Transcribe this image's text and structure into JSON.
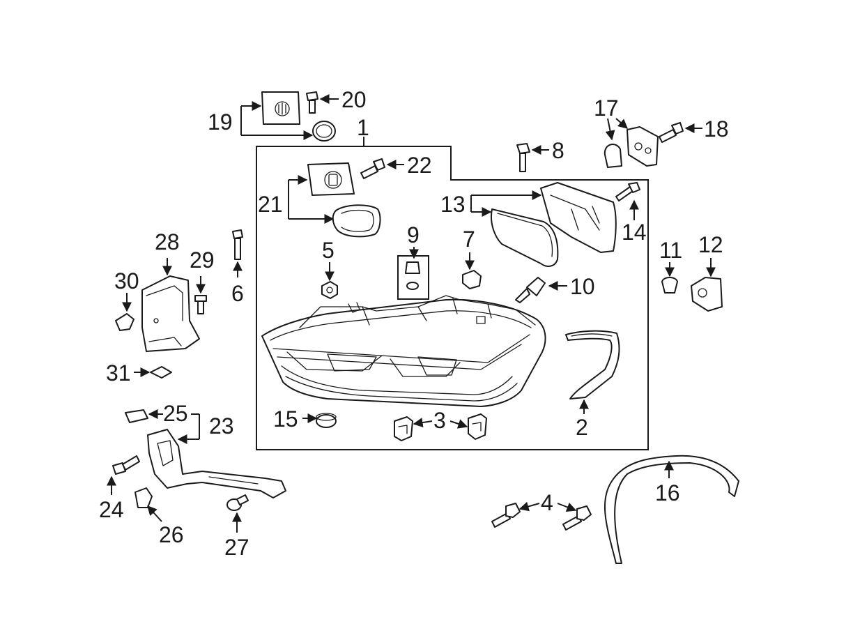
{
  "diagram": {
    "callouts": {
      "c1": "1",
      "c2": "2",
      "c3": "3",
      "c4": "4",
      "c5": "5",
      "c6": "6",
      "c7": "7",
      "c8": "8",
      "c9": "9",
      "c10": "10",
      "c11": "11",
      "c12": "12",
      "c13": "13",
      "c14": "14",
      "c15": "15",
      "c16": "16",
      "c17": "17",
      "c18": "18",
      "c19": "19",
      "c20": "20",
      "c21": "21",
      "c22": "22",
      "c23": "23",
      "c24": "24",
      "c25": "25",
      "c26": "26",
      "c27": "27",
      "c28": "28",
      "c29": "29",
      "c30": "30",
      "c31": "31"
    },
    "colors": {
      "ink": "#1a1a1a",
      "background": "#ffffff",
      "shade": "#d9d9d9"
    }
  }
}
